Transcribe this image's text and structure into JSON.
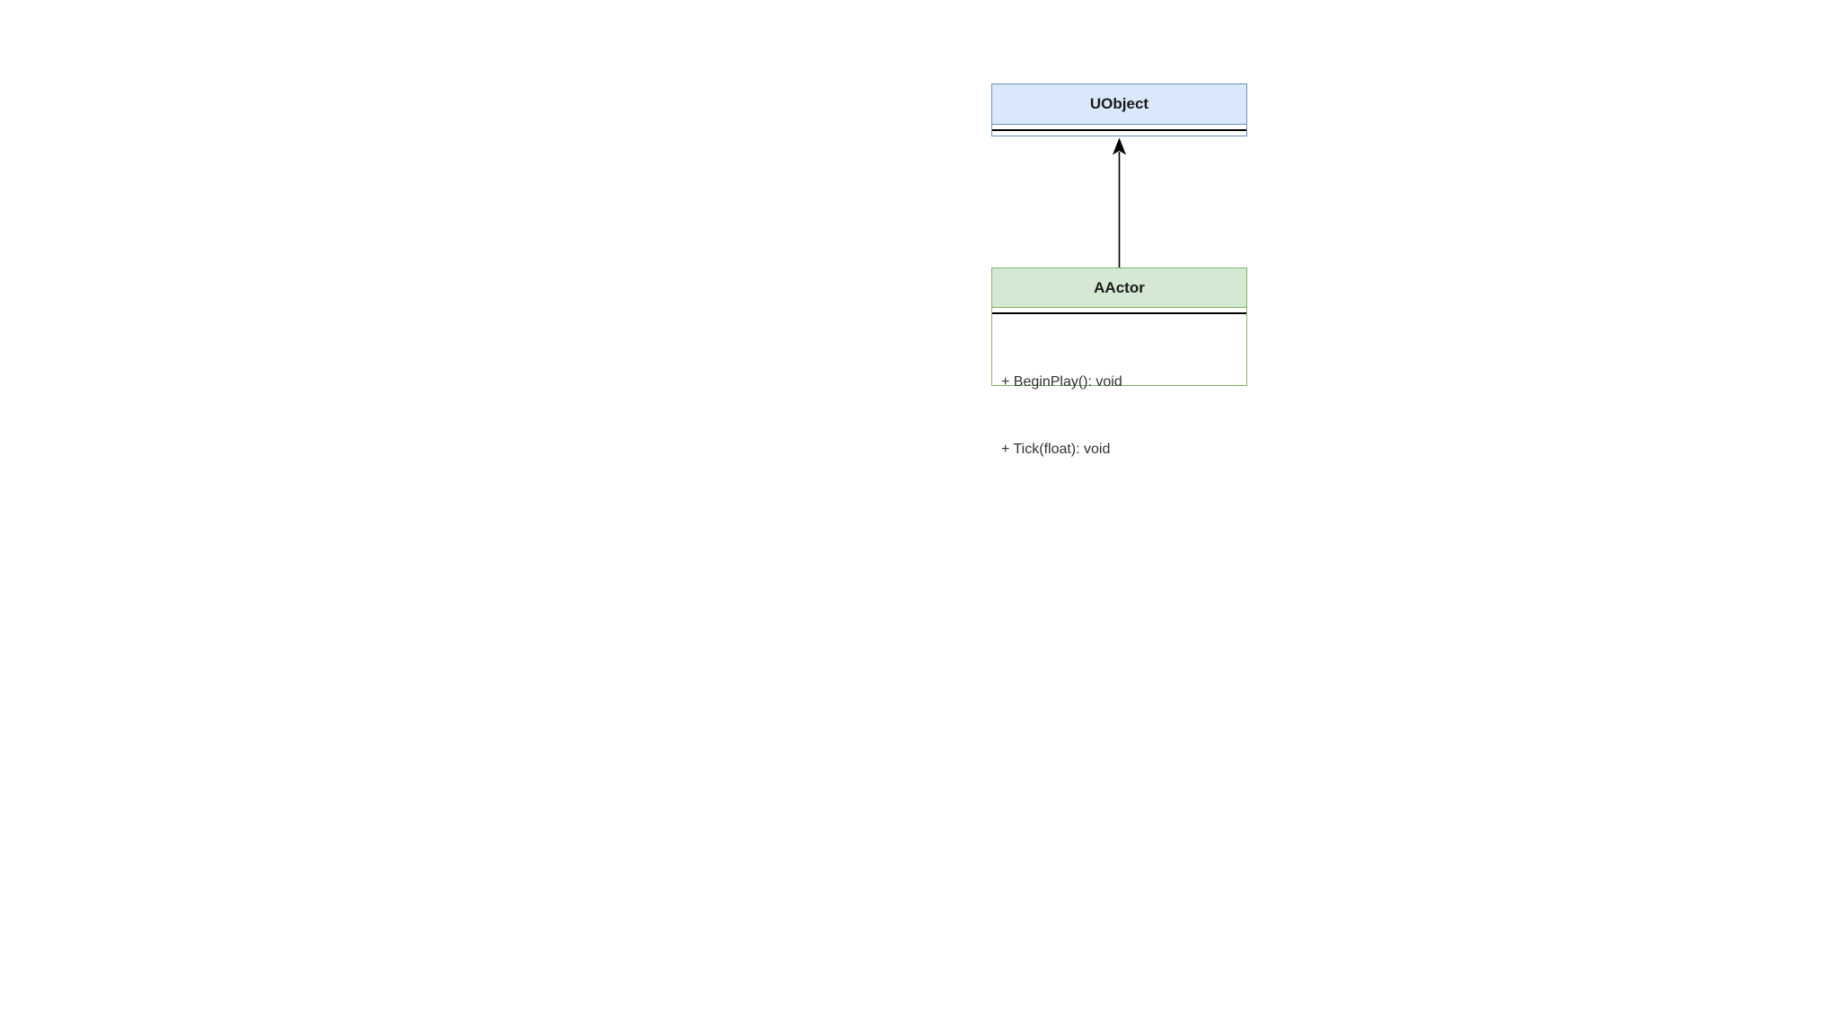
{
  "diagram": {
    "type": "uml-class-diagram",
    "background_color": "#ffffff",
    "nodes": {
      "uobject": {
        "title": "UObject",
        "fill_color": "#dae8fc",
        "stroke_color": "#6c8ebf",
        "members": []
      },
      "aactor": {
        "title": "AActor",
        "fill_color": "#d5e8d4",
        "stroke_color": "#82b366",
        "members": [
          "+ BeginPlay(): void",
          "+ Tick(float): void"
        ]
      }
    },
    "edge": {
      "kind": "inheritance",
      "from": "AActor",
      "to": "UObject",
      "color": "#000000"
    }
  }
}
